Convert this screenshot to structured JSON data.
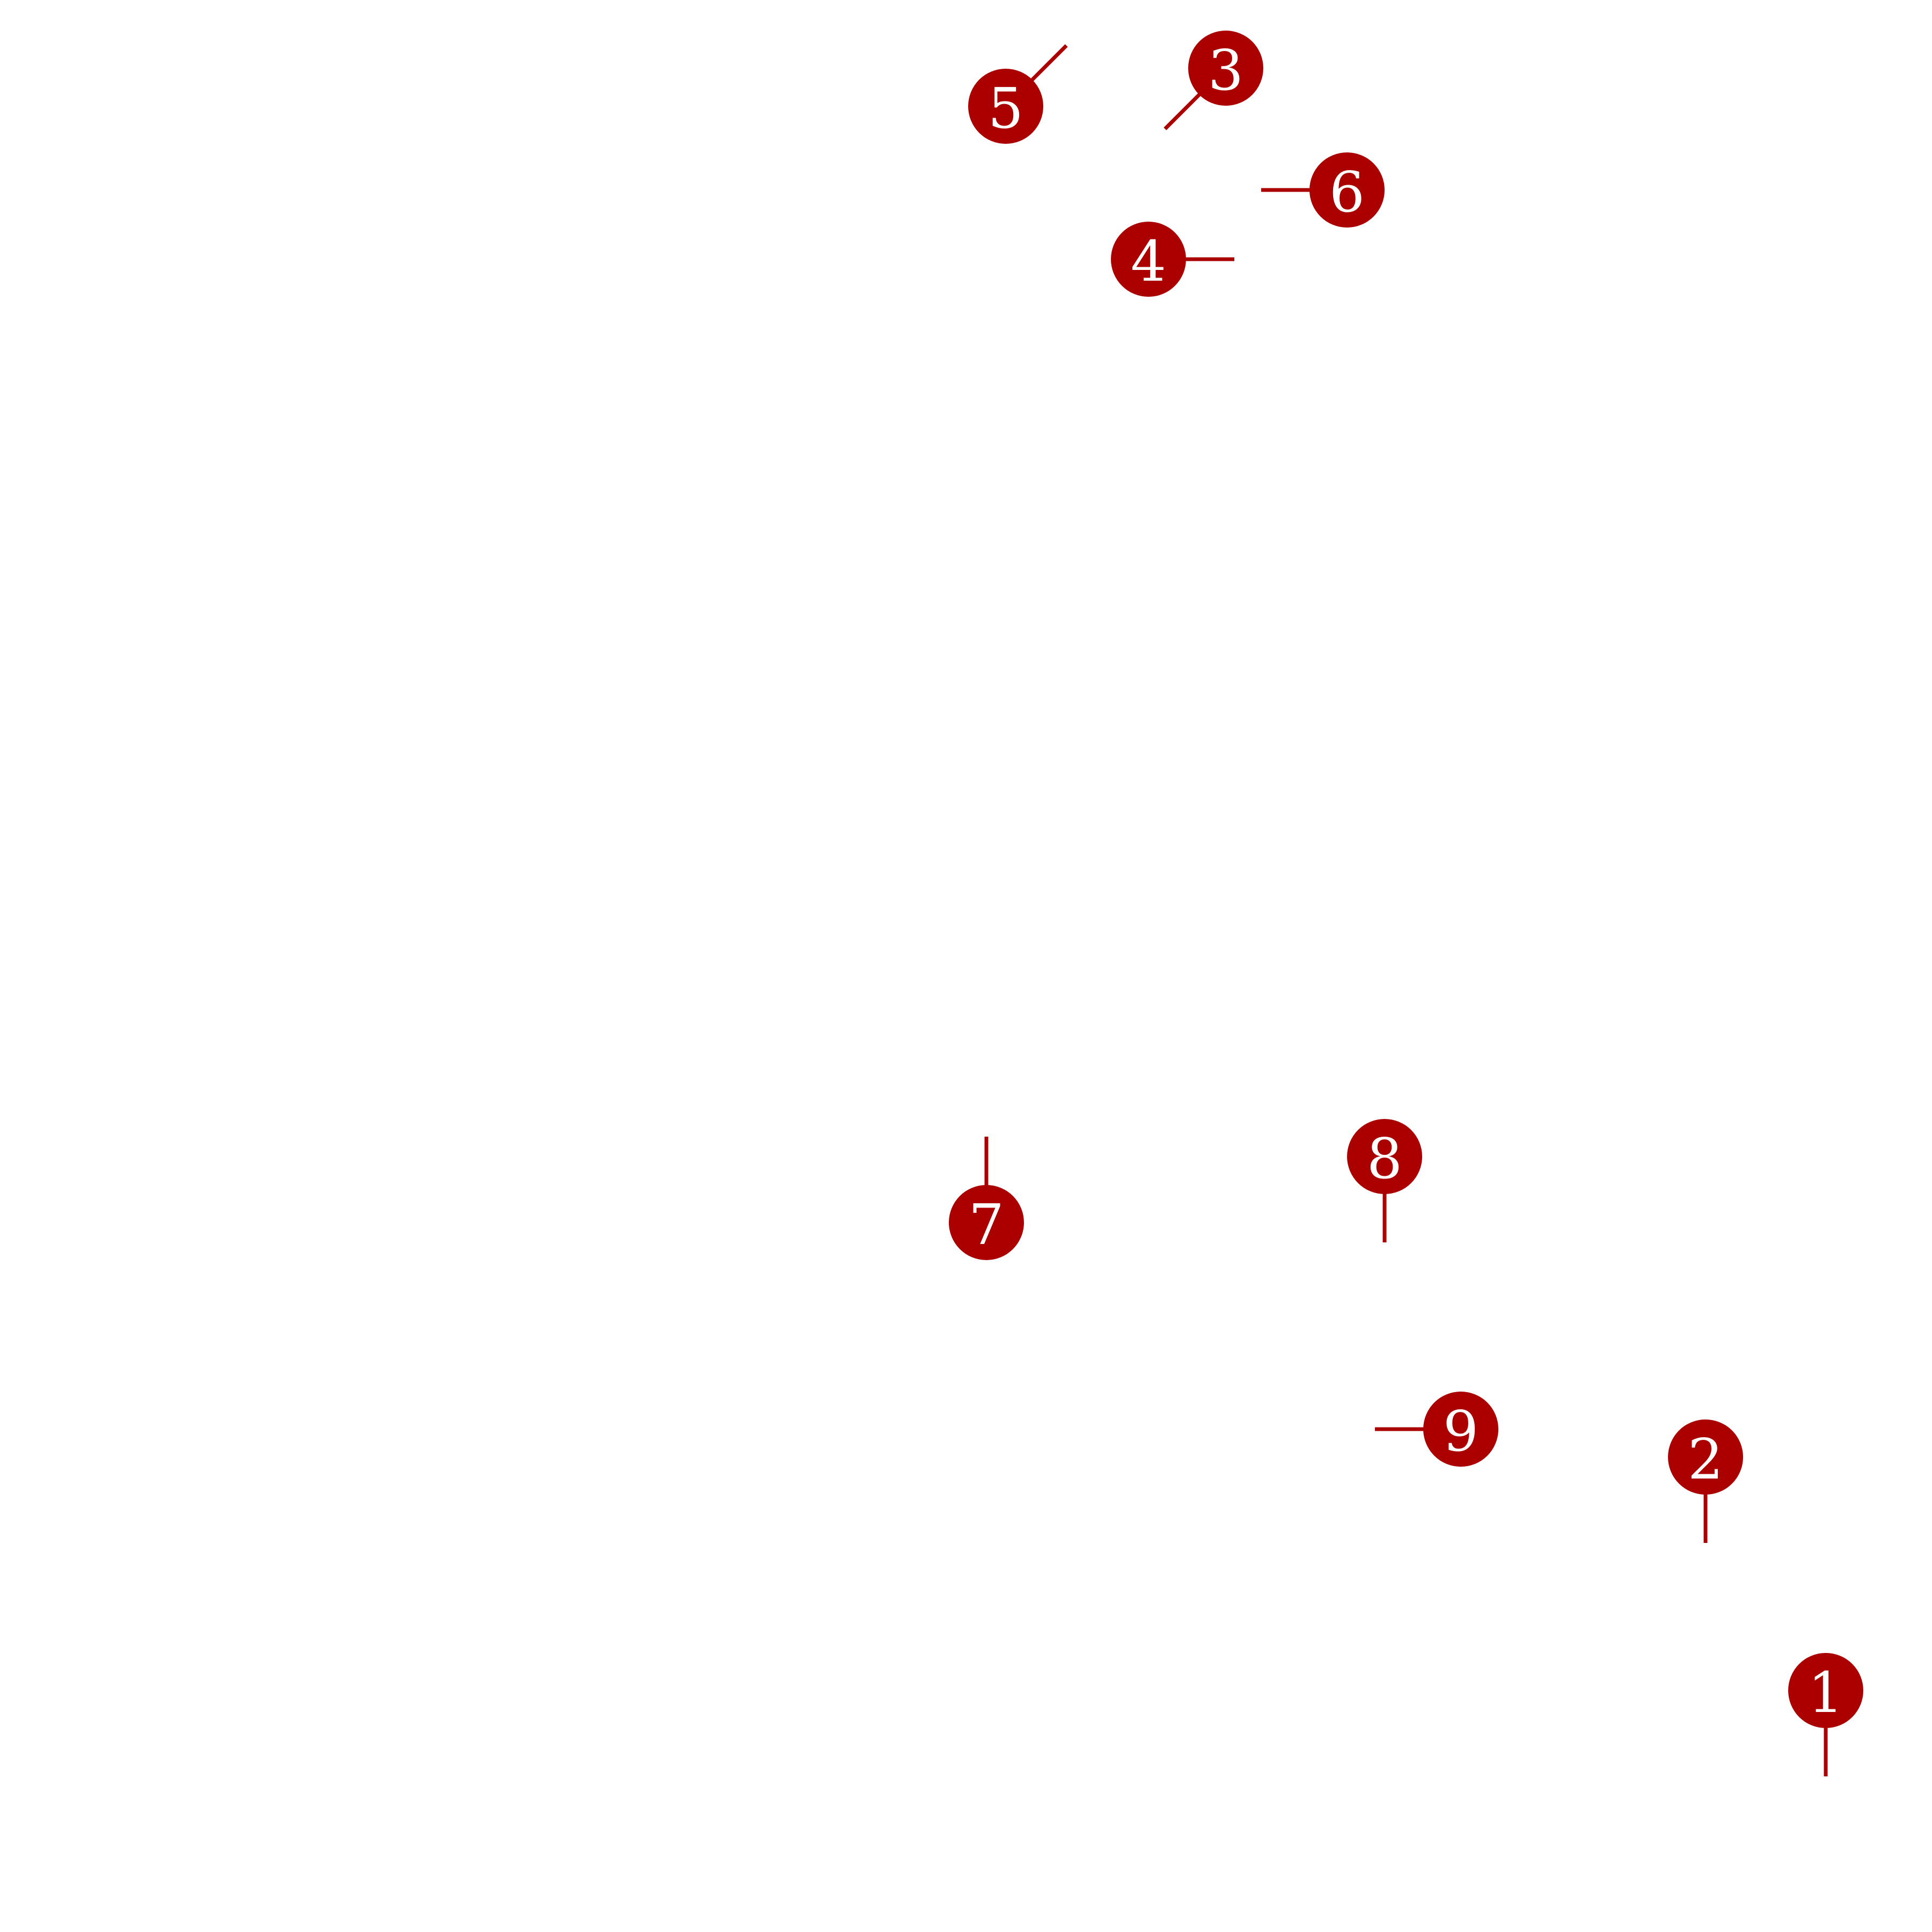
{
  "map": {
    "background_color": "#ffffff",
    "marker_color": "#aa0000",
    "marker_label_color": "#ffffff",
    "markers": [
      {
        "id": "marker-1",
        "label": "1",
        "leader_direction": "down"
      },
      {
        "id": "marker-2",
        "label": "2",
        "leader_direction": "down"
      },
      {
        "id": "marker-3",
        "label": "3",
        "leader_direction": "down-left"
      },
      {
        "id": "marker-4",
        "label": "4",
        "leader_direction": "right"
      },
      {
        "id": "marker-5",
        "label": "5",
        "leader_direction": "up-right"
      },
      {
        "id": "marker-6",
        "label": "6",
        "leader_direction": "left"
      },
      {
        "id": "marker-7",
        "label": "7",
        "leader_direction": "up"
      },
      {
        "id": "marker-8",
        "label": "8",
        "leader_direction": "down"
      },
      {
        "id": "marker-9",
        "label": "9",
        "leader_direction": "left"
      }
    ]
  }
}
